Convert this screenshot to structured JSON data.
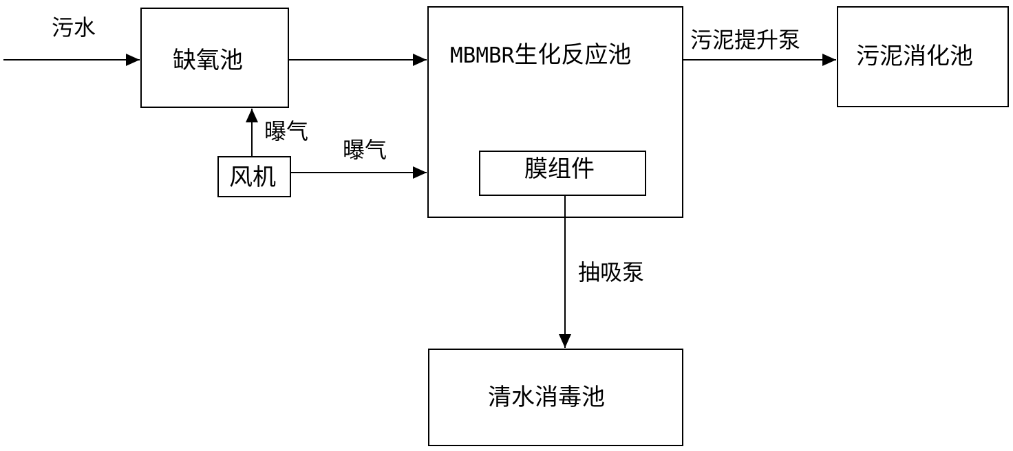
{
  "nodes": {
    "anoxic_tank": "缺氧池",
    "mbmbr_tank_prefix": "MBMBR",
    "mbmbr_tank_suffix": "生化反应池",
    "membrane_module": "膜组件",
    "sludge_digester": "污泥消化池",
    "blower": "风机",
    "clear_water_tank": "清水消毒池"
  },
  "edges": {
    "sewage_in": "污水",
    "aeration_anoxic": "曝气",
    "aeration_mbmbr": "曝气",
    "sludge_lift_pump": "污泥提升泵",
    "suction_pump": "抽吸泵"
  },
  "colors": {
    "stroke": "#000000",
    "background": "#ffffff"
  }
}
